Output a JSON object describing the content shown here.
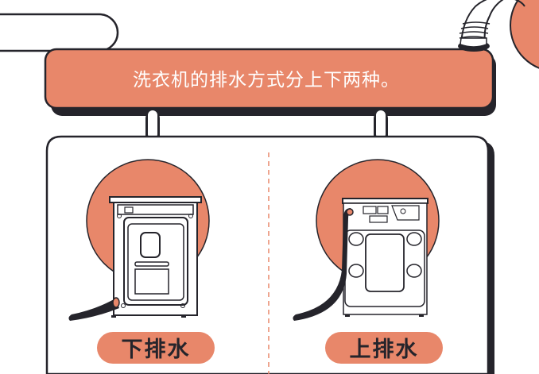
{
  "banner": {
    "title": "洗衣机的排水方式分上下两种。"
  },
  "options": [
    {
      "label": "下排水"
    },
    {
      "label": "上排水"
    }
  ],
  "colors": {
    "accent": "#e8876a",
    "outline": "#25242b",
    "background": "#ffffff"
  }
}
